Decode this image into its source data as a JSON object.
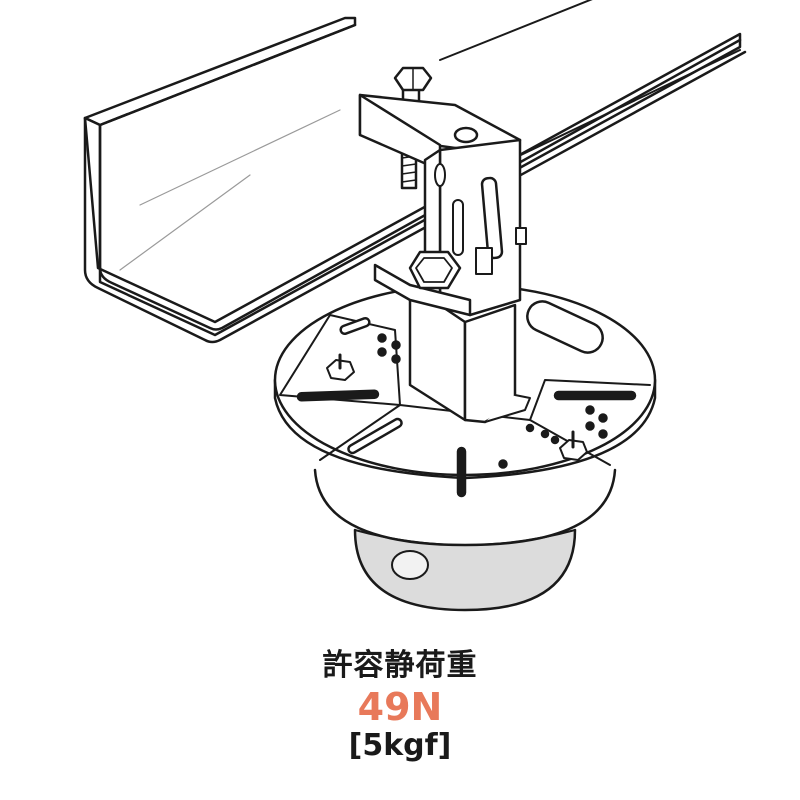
{
  "caption": {
    "title": "許容静荷重",
    "value": "49N",
    "sub": "[5kgf]"
  },
  "colors": {
    "accent": "#e8795a",
    "ink": "#1a1a1a",
    "dome": "#dcdcdc",
    "paper": "#ffffff"
  },
  "icons": [
    "camera-mount-illustration",
    "hex-bolt-icon",
    "hex-nut-icon"
  ]
}
